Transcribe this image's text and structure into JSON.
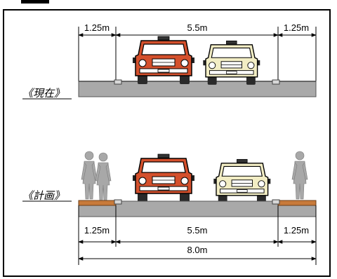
{
  "sections": {
    "current_label": "《現在》",
    "planned_label": "《計画》"
  },
  "current": {
    "dim_left": "1.25m",
    "dim_center": "5.5m",
    "dim_right": "1.25m"
  },
  "planned": {
    "dim_left": "1.25m",
    "dim_center": "5.5m",
    "dim_right": "1.25m",
    "dim_total": "8.0m"
  },
  "colors": {
    "road": "#a9a9a9",
    "sidewalk": "#c87a3a",
    "car_red": "#d4502c",
    "car_cream": "#f2edc4",
    "pedestrian": "#a8a8a8"
  },
  "icons": {
    "car": "car-icon",
    "pedestrian": "pedestrian-icon"
  }
}
